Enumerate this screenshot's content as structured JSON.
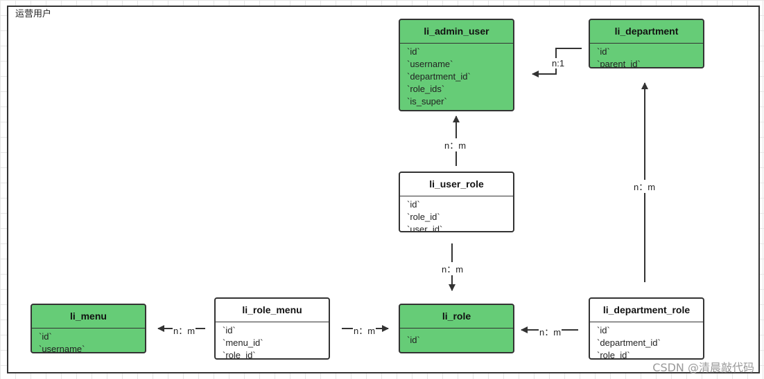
{
  "frame": {
    "title": "运营用户"
  },
  "entities": {
    "admin_user": {
      "name": "li_admin_user",
      "fields": [
        "`id`",
        "`username`",
        "`department_id`",
        "`role_ids`",
        "`is_super`"
      ]
    },
    "department": {
      "name": "li_department",
      "fields": [
        "`id`",
        "`parent_id`"
      ]
    },
    "user_role": {
      "name": "li_user_role",
      "fields": [
        "`id`",
        "`role_id`",
        "`user_id`"
      ]
    },
    "menu": {
      "name": "li_menu",
      "fields": [
        "`id`",
        "`username`"
      ]
    },
    "role_menu": {
      "name": "li_role_menu",
      "fields": [
        "`id`",
        "`menu_id`",
        "`role_id`"
      ]
    },
    "role": {
      "name": "li_role",
      "fields": [
        "`id`"
      ]
    },
    "department_role": {
      "name": "li_department_role",
      "fields": [
        "`id`",
        "`department_id`",
        "`role_id`"
      ]
    }
  },
  "relations": {
    "dept_admin": "n:1",
    "userrole_admin": "n：m",
    "userrole_role": "n：m",
    "deptrole_dept": "n：m",
    "rolemenu_menu": "n：m",
    "rolemenu_role": "n：m",
    "deptrole_role": "n：m"
  },
  "colors": {
    "entity_fill": "#66cc77",
    "line": "#333333"
  },
  "watermark": "CSDN @清晨敲代码"
}
